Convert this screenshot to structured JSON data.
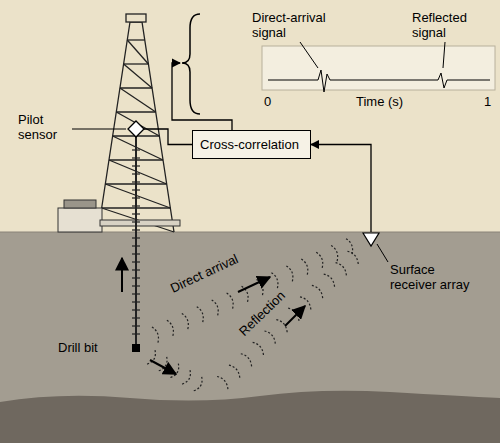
{
  "diagram": {
    "nodes": [
      {
        "text": [
          "Pilot sensor"
        ]
      },
      {
        "text": [
          "Cross-correlation"
        ]
      },
      {
        "text": [
          "Surface receiver array"
        ]
      }
    ],
    "edges": [
      {
        "from": 0,
        "to": 1,
        "arrow": "none"
      },
      {
        "from": 2,
        "to": 1,
        "arrow": "to"
      }
    ],
    "labels": [
      "Direct-arrival signal",
      "Reflected signal",
      "0",
      "Time (s)",
      "1",
      "Direct arrival",
      "Reflection",
      "Drill bit"
    ]
  }
}
